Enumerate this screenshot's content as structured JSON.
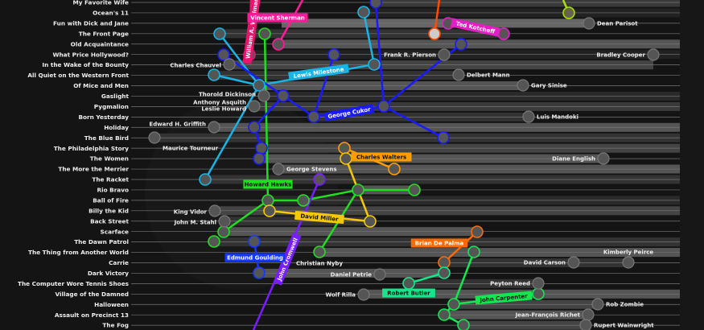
{
  "films": [
    "My Favorite Wife",
    "Ocean's 11",
    "Fun with Dick and Jane",
    "The Front Page",
    "Old Acquaintance",
    "What Price Hollywood?",
    "In the Wake of the Bounty",
    "All Quiet on the Western Front",
    "Of Mice and Men",
    "Gaslight",
    "Pygmalion",
    "Born Yesterday",
    "Holiday",
    "The Blue Bird",
    "The Philadelphia Story",
    "The Women",
    "The More the Merrier",
    "The Racket",
    "Rio Bravo",
    "Ball of Fire",
    "Billy the Kid",
    "Back Street",
    "Scarface",
    "The Dawn Patrol",
    "The Thing from Another World",
    "Carrie",
    "Dark Victory",
    "The Computer Wore Tennis Shoes",
    "Village of the Damned",
    "Halloween",
    "Assault on Precinct 13",
    "The Fog"
  ],
  "people": [
    "Charles Chauvel",
    "Thorold Dickinson",
    "Anthony Asquith",
    "Leslie Howard",
    "Edward H. Griffith",
    "Maurice Tourneur",
    "Frank R. Pierson",
    "Delbert Mann",
    "Gary Sinise",
    "Luis Mandoki",
    "Diane English",
    "George Stevens",
    "King Vidor",
    "John M. Stahl",
    "Christian Nyby",
    "Daniel Petrie",
    "Wolf Rilla",
    "Dean Parisot",
    "Bradley Cooper",
    "Kimberly Peirce",
    "David Carson",
    "Peyton Reed",
    "Rob Zombie",
    "Jean-François Richet",
    "Rupert Wainwright"
  ],
  "directors": [
    {
      "name": "Lewis Milestone",
      "color": "#18b4e6"
    },
    {
      "name": "Howard Hawks",
      "color": "#1fe01f"
    },
    {
      "name": "William A. Wellman",
      "color": "#e8156f"
    },
    {
      "name": "Vincent Sherman",
      "color": "#ff1a9c"
    },
    {
      "name": "George Cukor",
      "color": "#1a1aff"
    },
    {
      "name": "Charles Walters",
      "color": "#ff9d00"
    },
    {
      "name": "David Miller",
      "color": "#f5c800"
    },
    {
      "name": "John Cromwell",
      "color": "#7a1cff"
    },
    {
      "name": "Edmund Goulding",
      "color": "#1438ff"
    },
    {
      "name": "Brian De Palma",
      "color": "#ff6a00"
    },
    {
      "name": "Robert Butler",
      "color": "#14e68c"
    },
    {
      "name": "John Carpenter",
      "color": "#14e650"
    },
    {
      "name": "Ted Kotcheff",
      "color": "#e21fc6"
    }
  ],
  "colors": {
    "orange_red": "#ff4a00",
    "lime": "#a8e010",
    "node_gray": "#777777"
  }
}
